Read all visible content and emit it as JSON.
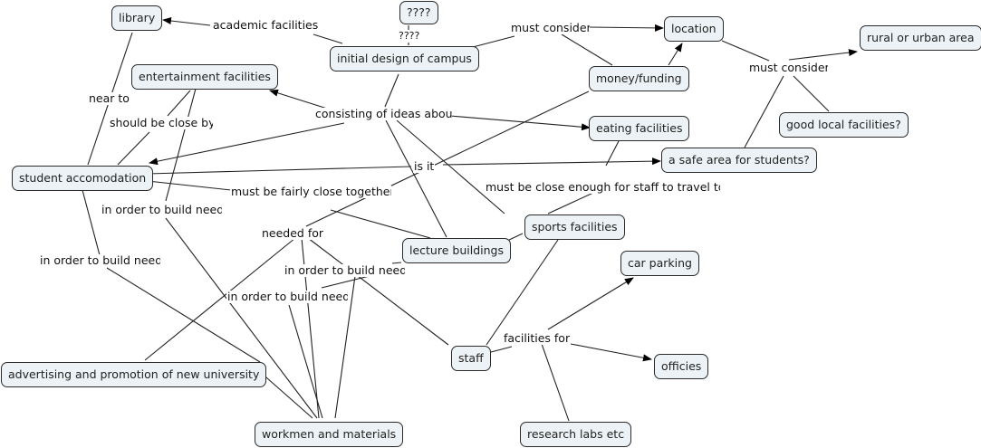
{
  "concept_map": {
    "concepts": [
      {
        "id": "library",
        "label": "library"
      },
      {
        "id": "unknown_top",
        "label": "????"
      },
      {
        "id": "initial_design",
        "label": "initial design of campus"
      },
      {
        "id": "location",
        "label": "location"
      },
      {
        "id": "rural_urban",
        "label": "rural or urban area"
      },
      {
        "id": "entertainment",
        "label": "entertainment facilities"
      },
      {
        "id": "money",
        "label": "money/funding"
      },
      {
        "id": "eating",
        "label": "eating facilities"
      },
      {
        "id": "good_local",
        "label": "good local facilities?"
      },
      {
        "id": "safe_area",
        "label": "a safe area for students?"
      },
      {
        "id": "student_acc",
        "label": "student accomodation"
      },
      {
        "id": "sports",
        "label": "sports facilities"
      },
      {
        "id": "lecture",
        "label": "lecture buildings"
      },
      {
        "id": "car_parking",
        "label": "car parking"
      },
      {
        "id": "staff",
        "label": "staff"
      },
      {
        "id": "officies",
        "label": "officies"
      },
      {
        "id": "advertising",
        "label": "advertising and promotion of new university"
      },
      {
        "id": "workmen",
        "label": "workmen  and materials"
      },
      {
        "id": "research",
        "label": "research labs etc"
      }
    ],
    "linking_phrases": [
      {
        "id": "lp_academic",
        "label": "academic facilities"
      },
      {
        "id": "lp_q",
        "label": "????"
      },
      {
        "id": "lp_must_consider_1",
        "label": "must consider"
      },
      {
        "id": "lp_must_consider_2",
        "label": "must consider"
      },
      {
        "id": "lp_near_to",
        "label": "near to"
      },
      {
        "id": "lp_close_by",
        "label": "should be close by"
      },
      {
        "id": "lp_consisting",
        "label": "consisting of ideas about"
      },
      {
        "id": "lp_is_it",
        "label": "is it"
      },
      {
        "id": "lp_fairly_close",
        "label": "must be fairly close together"
      },
      {
        "id": "lp_close_enough",
        "label": "must be close enough for staff to travel to"
      },
      {
        "id": "lp_build_1",
        "label": "in order to build need"
      },
      {
        "id": "lp_build_2",
        "label": "in order to build need"
      },
      {
        "id": "lp_needed_for",
        "label": "needed for"
      },
      {
        "id": "lp_build_3",
        "label": "in order to build need"
      },
      {
        "id": "lp_build_4",
        "label": "in order to build need"
      },
      {
        "id": "lp_facilities_for",
        "label": "facilities for"
      }
    ],
    "connections": [
      {
        "from": "initial_design",
        "to": "lp_academic"
      },
      {
        "from": "lp_academic",
        "to": "library",
        "arrow": true
      },
      {
        "from": "initial_design",
        "to": "lp_q"
      },
      {
        "from": "lp_q",
        "to": "unknown_top"
      },
      {
        "from": "initial_design",
        "to": "lp_must_consider_1"
      },
      {
        "from": "lp_must_consider_1",
        "to": "location",
        "arrow": true
      },
      {
        "from": "lp_must_consider_1",
        "to": "money"
      },
      {
        "from": "money",
        "to": "location",
        "arrow": true
      },
      {
        "from": "location",
        "to": "lp_must_consider_2"
      },
      {
        "from": "lp_must_consider_2",
        "to": "rural_urban",
        "arrow": true
      },
      {
        "from": "lp_must_consider_2",
        "to": "good_local"
      },
      {
        "from": "lp_must_consider_2",
        "to": "safe_area"
      },
      {
        "from": "library",
        "to": "lp_near_to"
      },
      {
        "from": "lp_near_to",
        "to": "student_acc"
      },
      {
        "from": "entertainment",
        "to": "lp_close_by"
      },
      {
        "from": "lp_close_by",
        "to": "student_acc"
      },
      {
        "from": "initial_design",
        "to": "lp_consisting"
      },
      {
        "from": "lp_consisting",
        "to": "entertainment",
        "arrow": true
      },
      {
        "from": "lp_consisting",
        "to": "student_acc",
        "arrow": true
      },
      {
        "from": "lp_consisting",
        "to": "eating",
        "arrow": true
      },
      {
        "from": "lp_consisting",
        "to": "lecture"
      },
      {
        "from": "lp_consisting",
        "to": "sports"
      },
      {
        "from": "student_acc",
        "to": "lp_is_it"
      },
      {
        "from": "lp_is_it",
        "to": "safe_area",
        "arrow": true
      },
      {
        "from": "student_acc",
        "to": "lp_fairly_close"
      },
      {
        "from": "lp_fairly_close",
        "to": "lecture"
      },
      {
        "from": "eating",
        "to": "lp_close_enough"
      },
      {
        "from": "lp_close_enough",
        "to": "staff"
      },
      {
        "from": "entertainment",
        "to": "lp_build_1"
      },
      {
        "from": "lp_build_1",
        "to": "workmen"
      },
      {
        "from": "student_acc",
        "to": "lp_build_2"
      },
      {
        "from": "lp_build_2",
        "to": "workmen"
      },
      {
        "from": "money",
        "to": "lp_needed_for"
      },
      {
        "from": "lp_needed_for",
        "to": "advertising"
      },
      {
        "from": "lp_needed_for",
        "to": "workmen"
      },
      {
        "from": "lp_needed_for",
        "to": "staff"
      },
      {
        "from": "lecture",
        "to": "lp_build_3"
      },
      {
        "from": "lp_build_3",
        "to": "workmen"
      },
      {
        "from": "sports",
        "to": "lecture"
      },
      {
        "from": "lp_build_4",
        "to": "workmen"
      },
      {
        "from": "advertising",
        "to": "workmen"
      },
      {
        "from": "staff",
        "to": "lp_facilities_for"
      },
      {
        "from": "lp_facilities_for",
        "to": "car_parking",
        "arrow": true
      },
      {
        "from": "lp_facilities_for",
        "to": "officies",
        "arrow": true
      },
      {
        "from": "lp_facilities_for",
        "to": "research"
      }
    ]
  }
}
